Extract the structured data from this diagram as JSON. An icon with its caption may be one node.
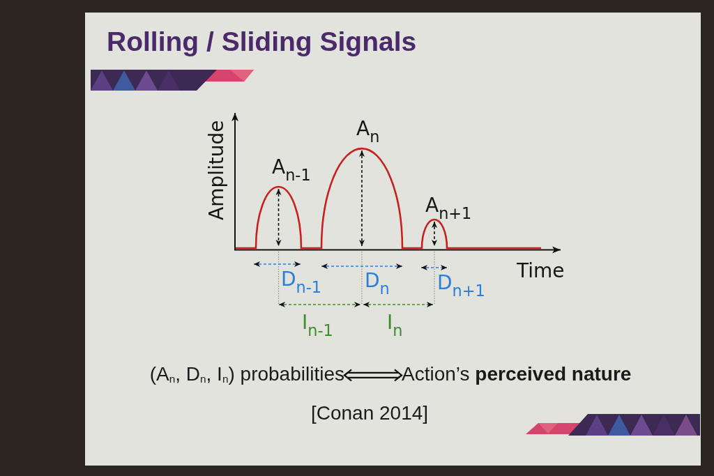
{
  "diagram": {
    "title": "Rolling / Sliding Signals",
    "nodes": [
      {
        "text": [
          "(A$_{n}$, D$_{n}$, I$_{n}$) probabilities"
        ]
      },
      {
        "text": [
          "Action’s **perceived nature**"
        ]
      }
    ],
    "edges": [
      {
        "from": 0,
        "to": 1,
        "arrow": "both"
      }
    ],
    "labels": [
      "A$_{n}$",
      "Amplitude",
      "A$_{n-1}$",
      "A$_{n+1}$",
      "Time",
      "D$_{n-1}$",
      "D$_{n}$",
      "D$_{n+1}$",
      "I$_{n-1}$",
      "I$_{n}$",
      "[Conan 2014]"
    ]
  }
}
